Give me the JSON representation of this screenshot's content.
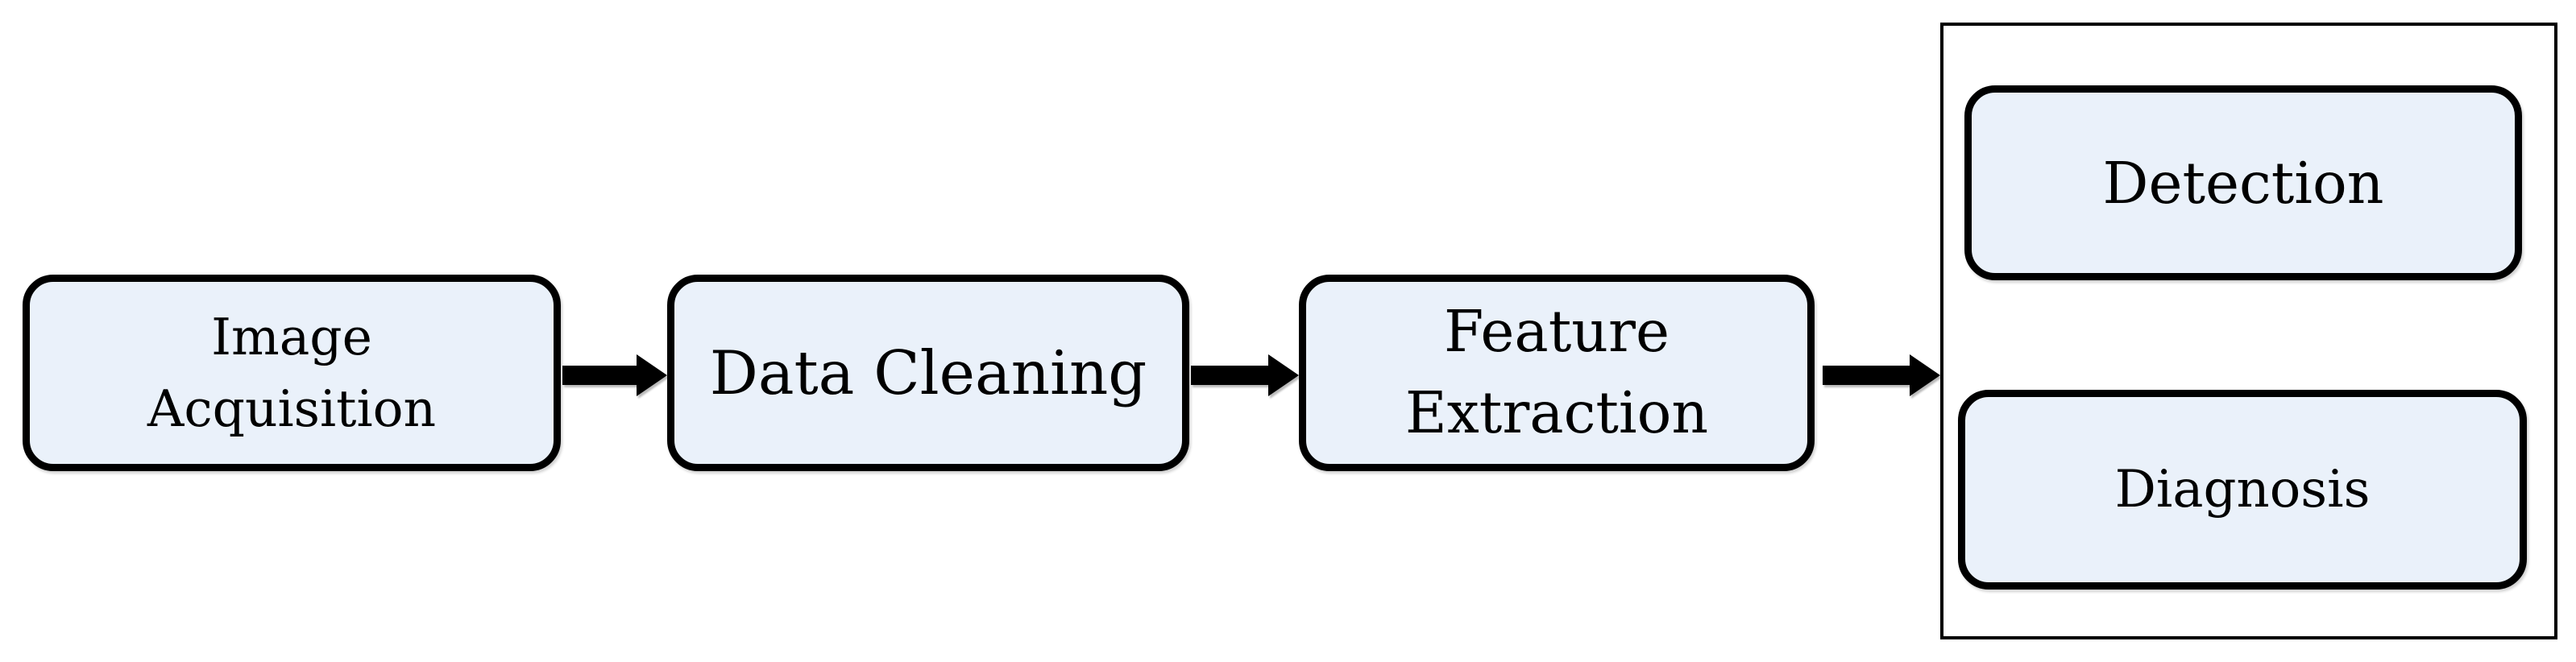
{
  "figure": {
    "type": "flowchart",
    "nodes": {
      "image_acquisition": {
        "lines": [
          "Image",
          "Acquisition"
        ]
      },
      "data_cleaning": {
        "label": "Data Cleaning"
      },
      "feature_extraction": {
        "lines": [
          "Feature",
          "Extraction"
        ]
      },
      "detection": {
        "label": "Detection"
      },
      "diagnosis": {
        "label": "Diagnosis"
      }
    },
    "edges": [
      {
        "from": "Image Acquisition",
        "to": "Data Cleaning"
      },
      {
        "from": "Data Cleaning",
        "to": "Feature Extraction"
      },
      {
        "from": "Feature Extraction",
        "to": "Detection / Diagnosis group"
      }
    ],
    "colors": {
      "node_fill": "#eaf1fa",
      "node_border": "#000000",
      "group_border": "#000000",
      "background": "#ffffff"
    }
  }
}
